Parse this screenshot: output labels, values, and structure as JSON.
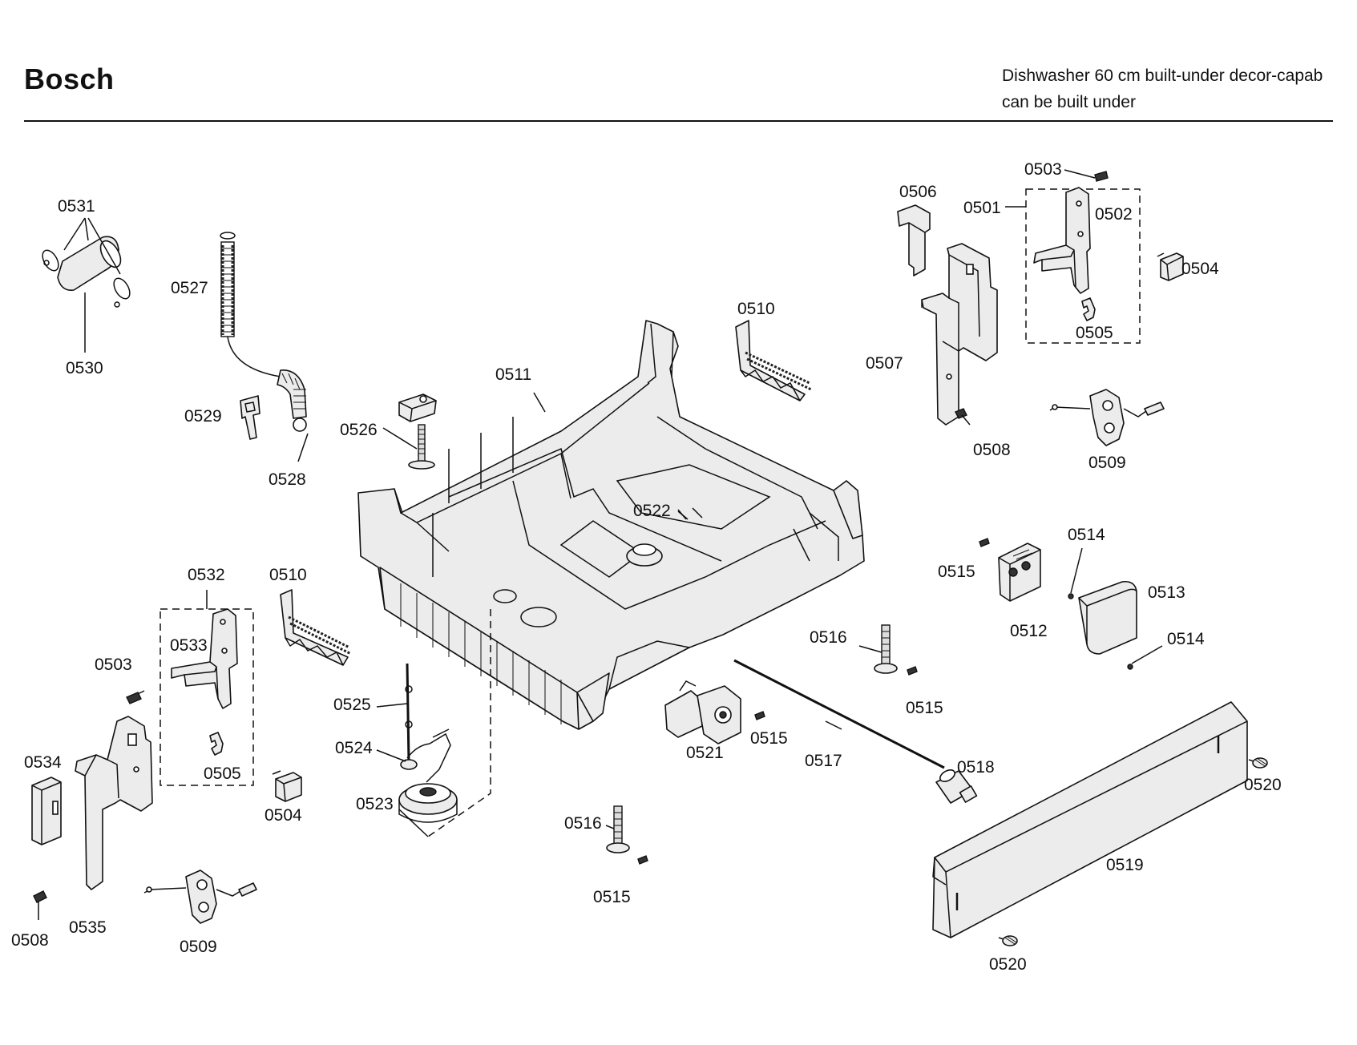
{
  "header": {
    "brand": "Bosch",
    "description_line1": "Dishwasher 60 cm built-under decor-capab",
    "description_line2": "can be built under"
  },
  "parts": {
    "p0501": "0501",
    "p0502": "0502",
    "p0503a": "0503",
    "p0503b": "0503",
    "p0504a": "0504",
    "p0504b": "0504",
    "p0505a": "0505",
    "p0505b": "0505",
    "p0506": "0506",
    "p0507": "0507",
    "p0508a": "0508",
    "p0508b": "0508",
    "p0509a": "0509",
    "p0509b": "0509",
    "p0510a": "0510",
    "p0510b": "0510",
    "p0511": "0511",
    "p0512": "0512",
    "p0513": "0513",
    "p0514a": "0514",
    "p0514b": "0514",
    "p0515a": "0515",
    "p0515b": "0515",
    "p0515c": "0515",
    "p0515d": "0515",
    "p0516a": "0516",
    "p0516b": "0516",
    "p0517": "0517",
    "p0518": "0518",
    "p0519": "0519",
    "p0520a": "0520",
    "p0520b": "0520",
    "p0521": "0521",
    "p0522": "0522",
    "p0523": "0523",
    "p0524": "0524",
    "p0525": "0525",
    "p0526": "0526",
    "p0527": "0527",
    "p0528": "0528",
    "p0529": "0529",
    "p0530": "0530",
    "p0531": "0531",
    "p0532": "0532",
    "p0533": "0533",
    "p0534": "0534",
    "p0535": "0535"
  }
}
